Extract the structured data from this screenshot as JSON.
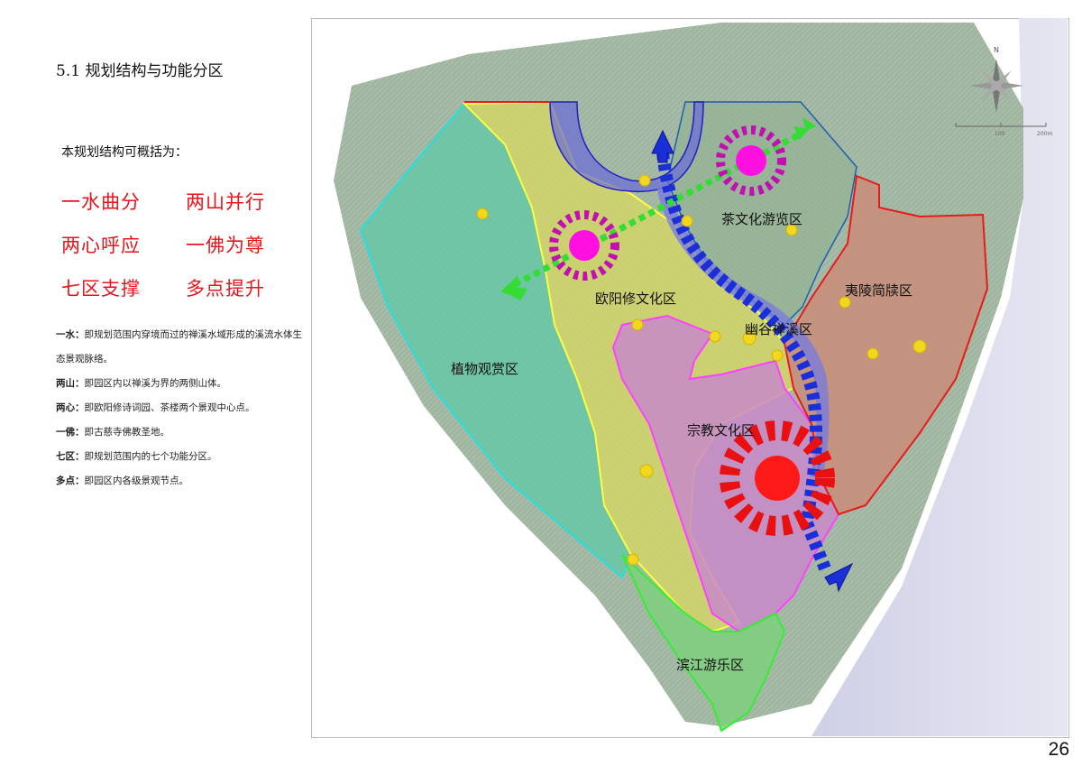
{
  "title": "5.1 规划结构与功能分区",
  "intro": "本规划结构可概括为：",
  "slogans": [
    "一水曲分",
    "两山并行",
    "两心呼应",
    "一佛为尊",
    "七区支撑",
    "多点提升"
  ],
  "definitions": [
    {
      "term": "一水：",
      "text": "即规划范围内穿境而过的禅溪水域形成的溪流水体生态景观脉络。"
    },
    {
      "term": "两山：",
      "text": "即园区内以禅溪为界的两侧山体。"
    },
    {
      "term": "两心：",
      "text": "即欧阳修诗词园、茶楼两个景观中心点。"
    },
    {
      "term": "一佛：",
      "text": "即古慈寺佛教圣地。"
    },
    {
      "term": "七区：",
      "text": "即规划范围内的七个功能分区。"
    },
    {
      "term": "多点：",
      "text": "即园区内各级景观节点。"
    }
  ],
  "zones": {
    "tea": "茶文化游览区",
    "ouyang": "欧阳修文化区",
    "yiling": "夷陵简牍区",
    "creek": "幽谷禅溪区",
    "plant": "植物观赏区",
    "religion": "宗教文化区",
    "riverside": "滨江游乐区"
  },
  "compass": {
    "north": "N"
  },
  "scale": {
    "mid": "100",
    "end": "200m"
  },
  "page_number": "26",
  "colors": {
    "slogan": "#e8141b",
    "plant_zone": "#5fc9a8",
    "ouyang_zone": "#d8d860",
    "religion_zone": "#c98ac9",
    "yiling_zone": "#c98d7a",
    "riverside_zone": "#7fd07f",
    "tea_zone": "#8fb08f",
    "creek_arrow": "#1a2fd8",
    "axis_arrow": "#33dd33",
    "center_magenta": "#ff10e0",
    "center_red": "#ff1a1a"
  }
}
